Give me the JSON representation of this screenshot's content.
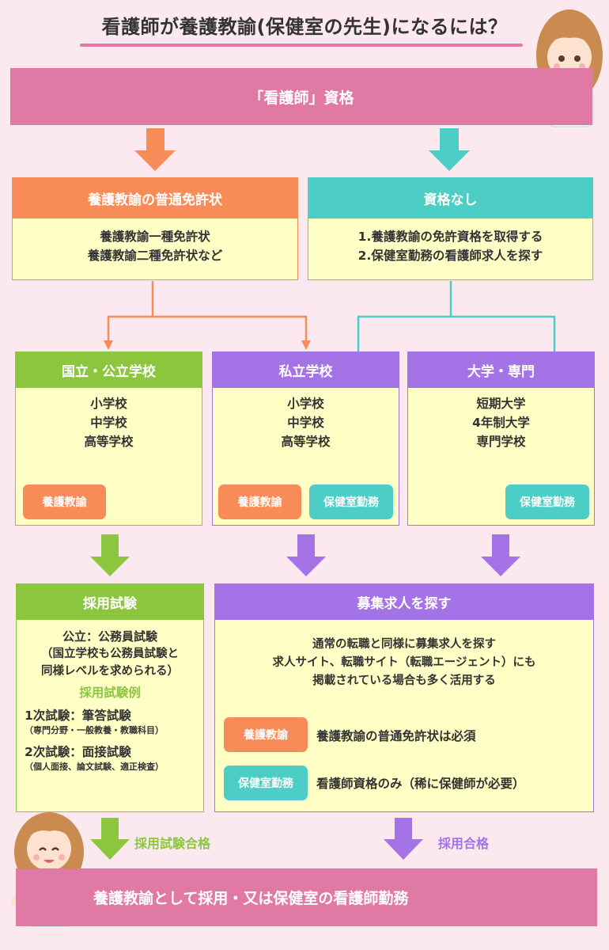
{
  "title": "看護師が養護教諭(保健室の先生)になるには？",
  "top_bar": "「看護師」資格",
  "license": {
    "header": "養護教諭の普通免許状",
    "lines": [
      "養護教諭一種免許状",
      "養護教諭二種免許状など"
    ]
  },
  "no_license": {
    "header": "資格なし",
    "lines": [
      "1.養護教諭の免許資格を取得する",
      "2.保健室勤務の看護師求人を探す"
    ]
  },
  "schools": {
    "public": {
      "header": "国立・公立学校",
      "lines": [
        "小学校",
        "中学校",
        "高等学校"
      ],
      "tags": [
        "養護教諭"
      ]
    },
    "private": {
      "header": "私立学校",
      "lines": [
        "小学校",
        "中学校",
        "高等学校"
      ],
      "tags": [
        "養護教諭",
        "保健室勤務"
      ]
    },
    "univ": {
      "header": "大学・専門",
      "lines": [
        "短期大学",
        "4年制大学",
        "専門学校"
      ],
      "tags": [
        "保健室勤務"
      ]
    }
  },
  "exam": {
    "header": "採用試験",
    "lines": [
      "公立：公務員試験",
      "（国立学校も公務員試験と",
      "同様レベルを求められる）"
    ],
    "example_title": "採用試験例",
    "first": "1次試験：筆答試験",
    "first_sub": "（専門分野・一般教養・教職科目）",
    "second": "2次試験：面接試験",
    "second_sub": "（個人面接、論文試験、適正検査）"
  },
  "job": {
    "header": "募集求人を探す",
    "lines": [
      "通常の転職と同様に募集求人を探す",
      "求人サイト、転職サイト（転職エージェント）にも",
      "掲載されている場合も多く活用する"
    ],
    "tag1": "養護教諭",
    "tag1_text": "養護教諭の普通免許状は必須",
    "tag2": "保健室勤務",
    "tag2_text": "看護師資格のみ（稀に保健師が必要）"
  },
  "pass_exam": "採用試験合格",
  "pass_job": "採用合格",
  "bottom_bar": "養護教諭として採用・又は保健室の看護師勤務",
  "colors": {
    "pink": "#e07aa5",
    "orange": "#f78c58",
    "teal": "#4ccdc5",
    "green": "#8cc63f",
    "purple": "#a473e6",
    "cream": "#ffffc6",
    "background": "#fce9ef"
  }
}
